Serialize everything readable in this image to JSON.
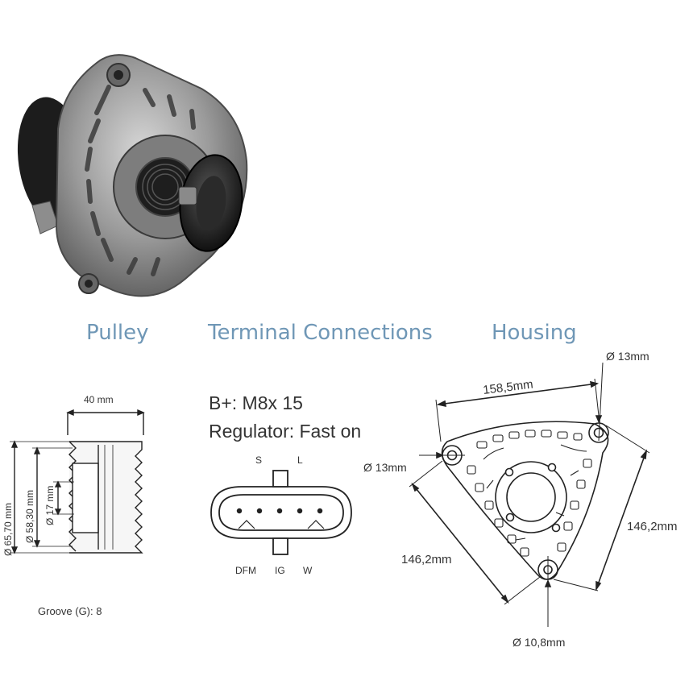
{
  "sections": {
    "pulley": "Pulley",
    "terminal": "Terminal Connections",
    "housing": "Housing"
  },
  "pulley": {
    "width": "40 mm",
    "outer_diameter": "Ø 65,70 mm",
    "mid_diameter": "Ø 58,30 mm",
    "bore_diameter": "Ø 17 mm",
    "groove": "Groove (G): 8"
  },
  "terminal": {
    "b_plus": "B+: M8x 15",
    "regulator": "Regulator: Fast on",
    "pins_top": [
      "S",
      "L"
    ],
    "pins_bottom": [
      "DFM",
      "IG",
      "W"
    ]
  },
  "housing": {
    "top_distance": "158,5mm",
    "right_distance": "146,2mm",
    "left_distance": "146,2mm",
    "hole_top_right": "Ø 13mm",
    "hole_left": "Ø 13mm",
    "hole_bottom": "Ø 10,8mm"
  },
  "colors": {
    "heading": "#6f97b6",
    "line": "#222222"
  }
}
